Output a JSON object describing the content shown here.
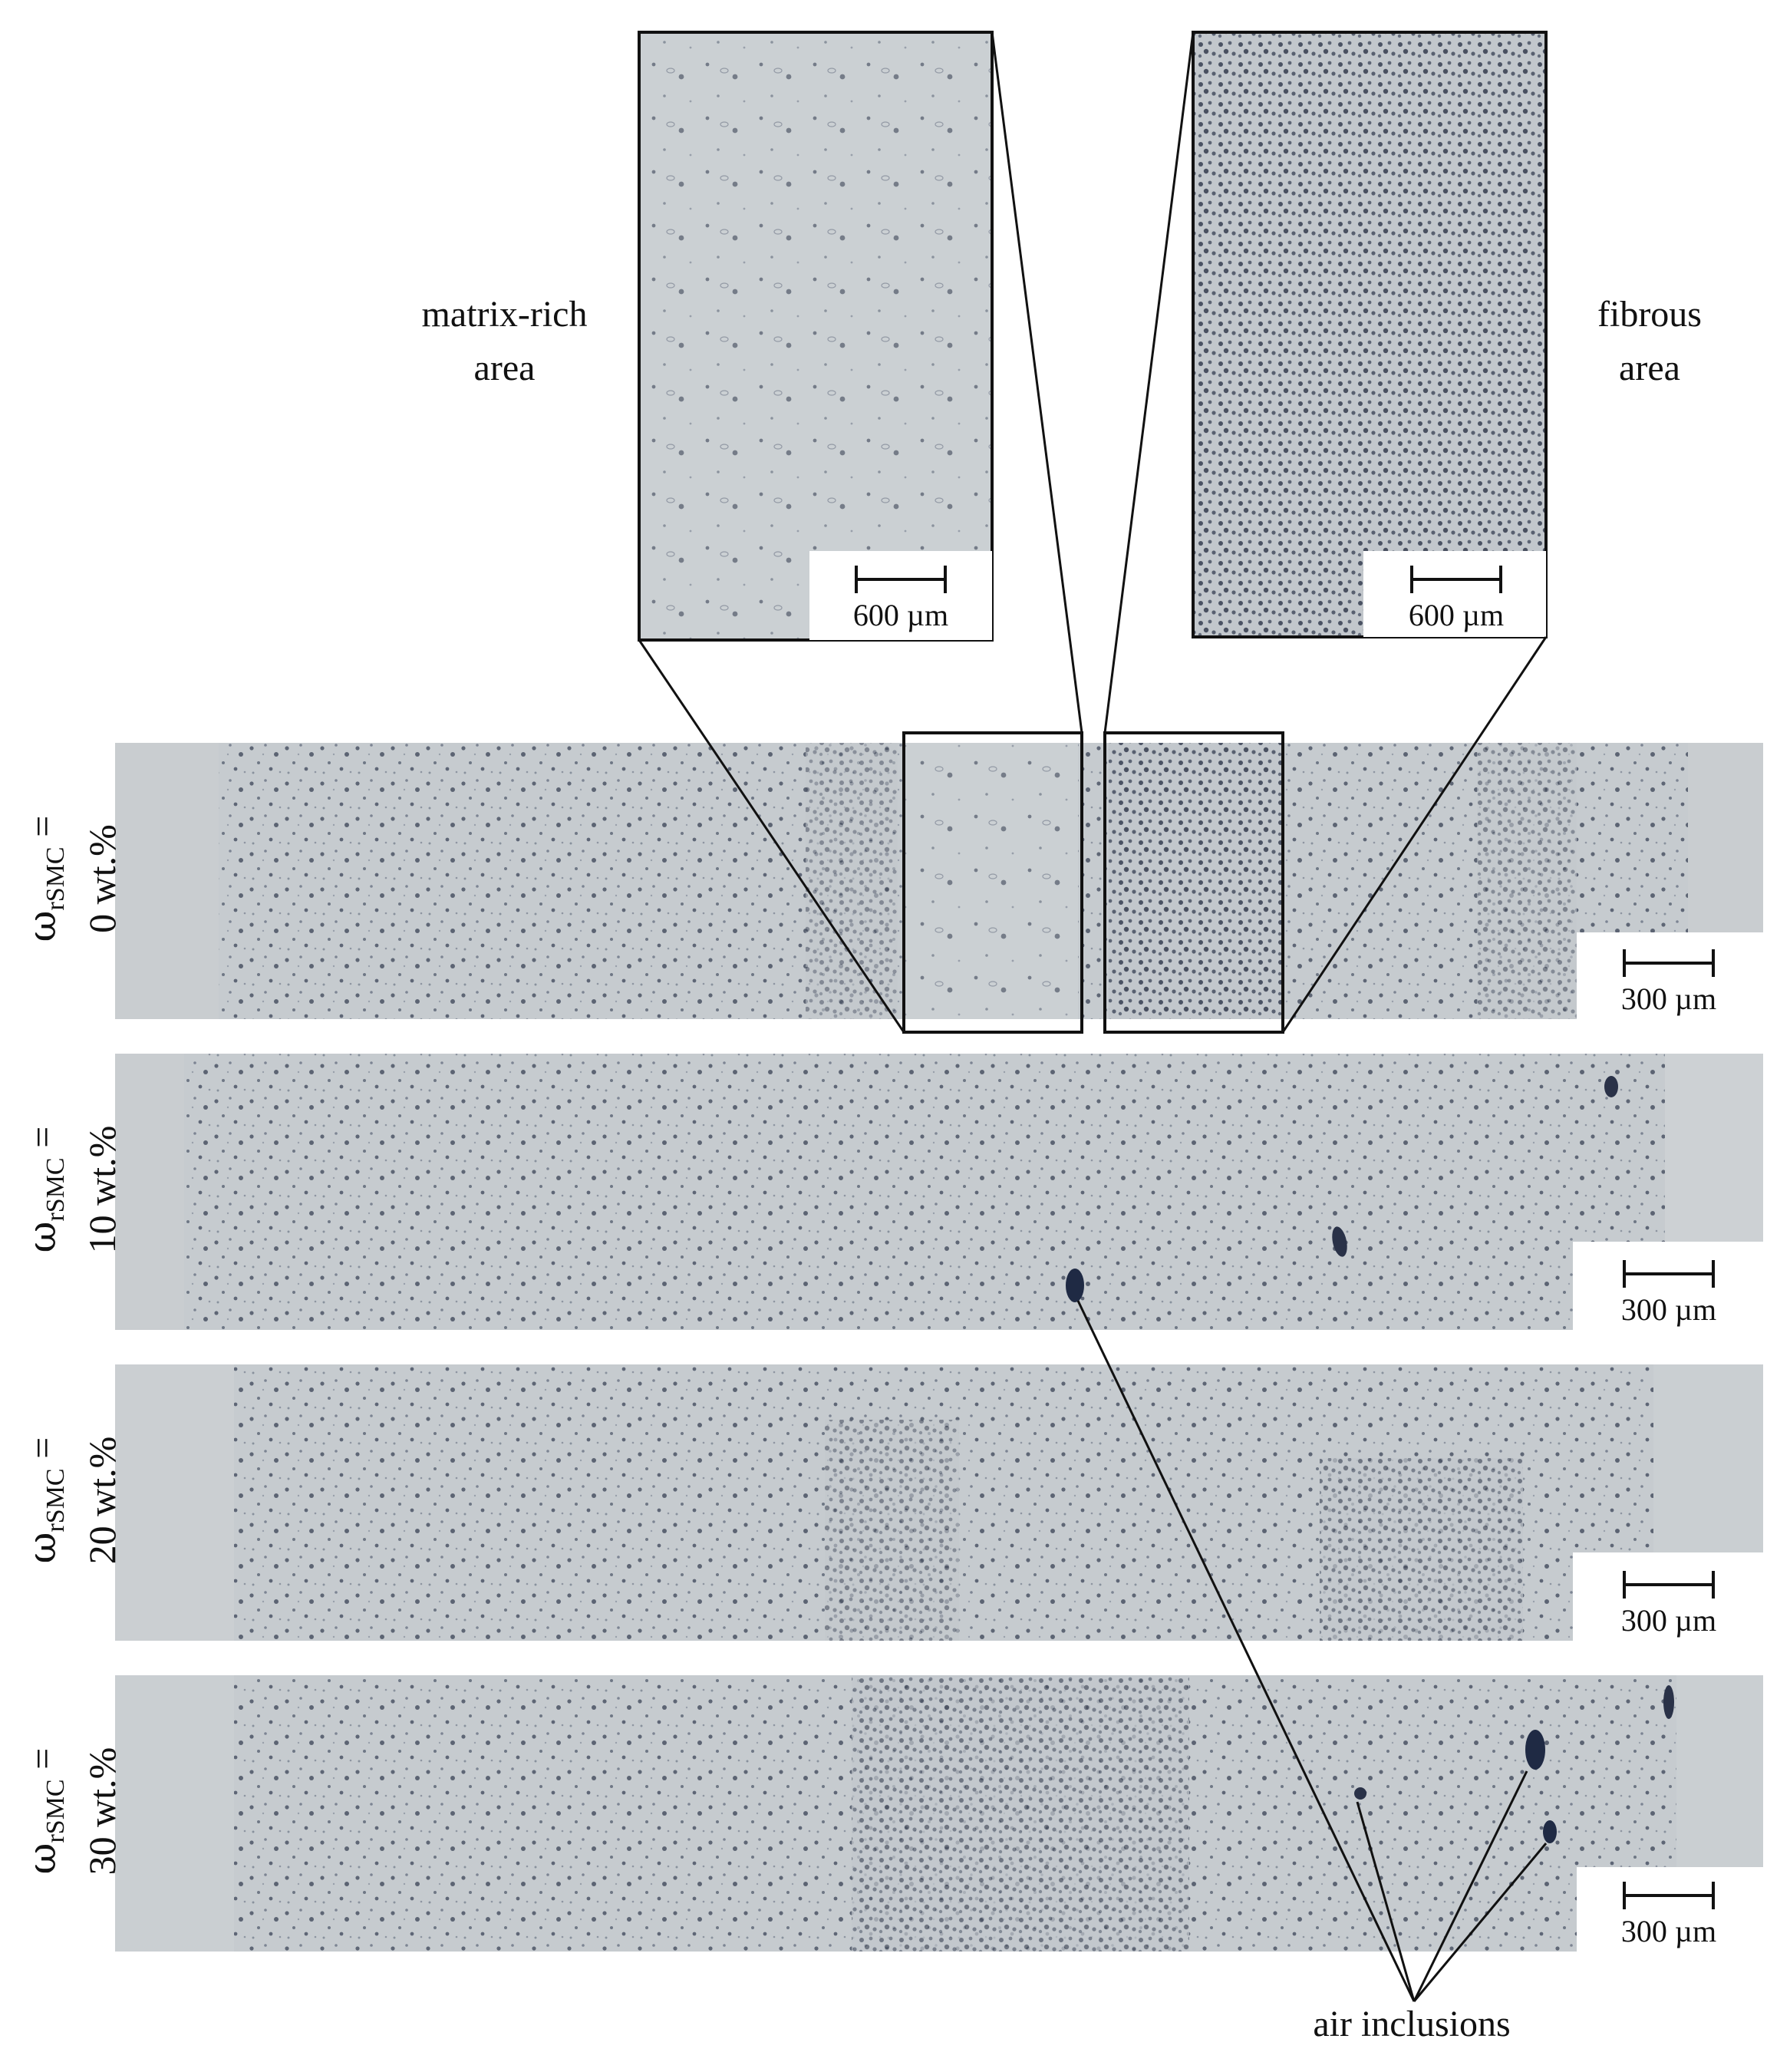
{
  "labels": {
    "matrix_rich": [
      "matrix-rich",
      "area"
    ],
    "fibrous": [
      "fibrous",
      "area"
    ],
    "air_inclusions": "air inclusions"
  },
  "scale_bars": {
    "inset": "600 µm",
    "strip": "300 µm"
  },
  "samples": [
    {
      "symbol": "ω",
      "subscript": "rSMC",
      "eq": " =",
      "value": "0 wt.%"
    },
    {
      "symbol": "ω",
      "subscript": "rSMC",
      "eq": " =",
      "value": "10 wt.%"
    },
    {
      "symbol": "ω",
      "subscript": "rSMC",
      "eq": " =",
      "value": "20 wt.%"
    },
    {
      "symbol": "ω",
      "subscript": "rSMC",
      "eq": " =",
      "value": "30 wt.%"
    }
  ],
  "colors": {
    "specimen_gray": "#c8cdd0",
    "pore_dark": "#2a3348",
    "frame": "#111111"
  }
}
